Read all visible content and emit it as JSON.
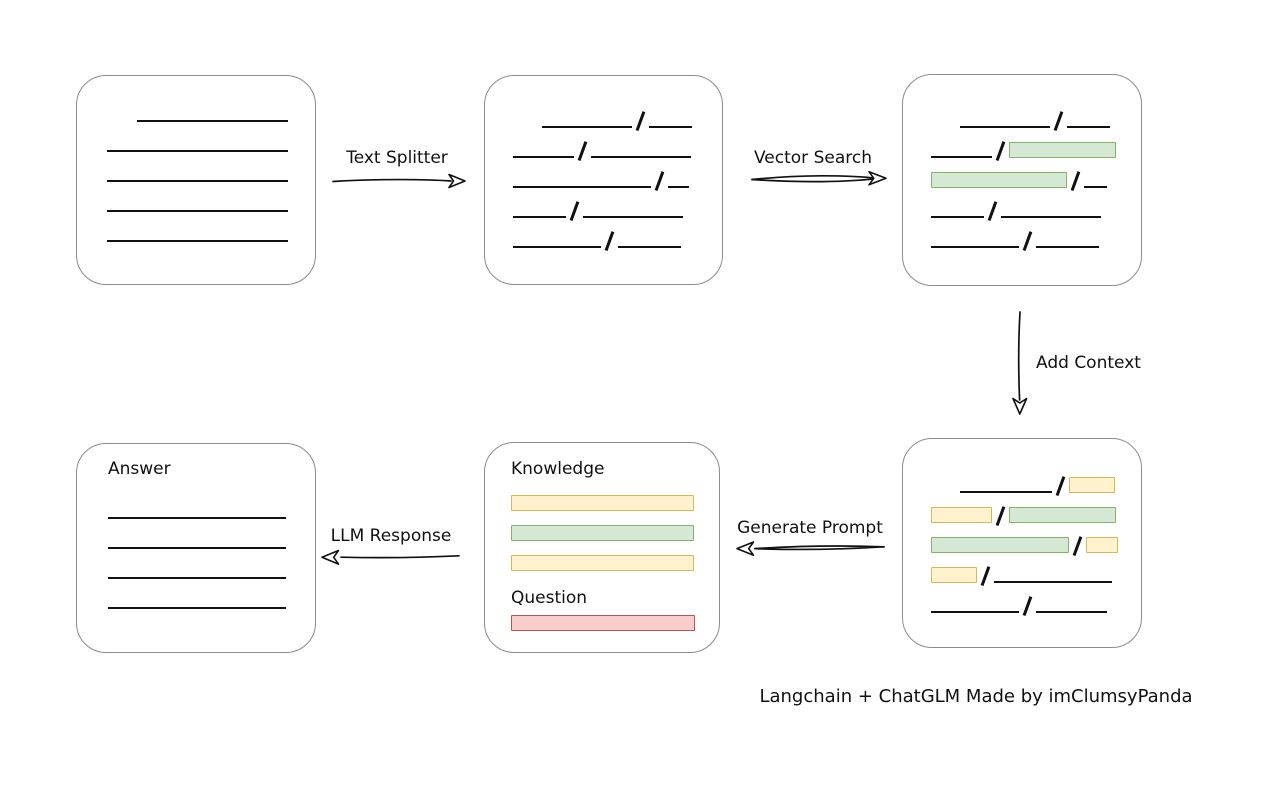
{
  "diagram": {
    "caption": "Langchain + ChatGLM Made by imClumsyPanda",
    "arrows": {
      "text_splitter": "Text Splitter",
      "vector_search": "Vector Search",
      "add_context": "Add Context",
      "generate_prompt": "Generate Prompt",
      "llm_response": "LLM Response"
    },
    "labels": {
      "knowledge": "Knowledge",
      "question": "Question",
      "answer": "Answer"
    },
    "colors": {
      "line": "#111111",
      "box_border": "#8c8c8c",
      "green_fill": "#d5e8d4",
      "green_stroke": "#82b366",
      "yellow_fill": "#fff2cc",
      "yellow_stroke": "#d6b656",
      "red_fill": "#f8cecc",
      "red_stroke": "#b85450"
    },
    "boxes": {
      "source_document": {
        "rows": [
          [
            {
              "t": "gap",
              "w": 30
            },
            {
              "t": "line",
              "w": 151
            }
          ],
          [
            {
              "t": "line",
              "w": 181
            }
          ],
          [
            {
              "t": "line",
              "w": 181
            }
          ],
          [
            {
              "t": "line",
              "w": 181
            }
          ],
          [
            {
              "t": "line",
              "w": 181
            }
          ]
        ]
      },
      "split_chunks": {
        "rows": [
          [
            {
              "t": "gap",
              "w": 29
            },
            {
              "t": "line",
              "w": 90
            },
            {
              "t": "slash"
            },
            {
              "t": "line",
              "w": 43
            }
          ],
          [
            {
              "t": "line",
              "w": 61
            },
            {
              "t": "slash"
            },
            {
              "t": "line",
              "w": 100
            }
          ],
          [
            {
              "t": "line",
              "w": 138
            },
            {
              "t": "slash"
            },
            {
              "t": "line",
              "w": 21
            }
          ],
          [
            {
              "t": "line",
              "w": 53
            },
            {
              "t": "slash"
            },
            {
              "t": "line",
              "w": 100
            }
          ],
          [
            {
              "t": "line",
              "w": 88
            },
            {
              "t": "slash"
            },
            {
              "t": "line",
              "w": 63
            }
          ]
        ]
      },
      "matched_chunks": {
        "rows": [
          [
            {
              "t": "gap",
              "w": 29
            },
            {
              "t": "line",
              "w": 90
            },
            {
              "t": "slash"
            },
            {
              "t": "line",
              "w": 43
            }
          ],
          [
            {
              "t": "line",
              "w": 61
            },
            {
              "t": "slash"
            },
            {
              "t": "bar",
              "c": "green",
              "w": 107
            }
          ],
          [
            {
              "t": "bar",
              "c": "green",
              "w": 136
            },
            {
              "t": "slash"
            },
            {
              "t": "line",
              "w": 23
            }
          ],
          [
            {
              "t": "line",
              "w": 53
            },
            {
              "t": "slash"
            },
            {
              "t": "line",
              "w": 100
            }
          ],
          [
            {
              "t": "line",
              "w": 88
            },
            {
              "t": "slash"
            },
            {
              "t": "line",
              "w": 63
            }
          ]
        ]
      },
      "context_chunks": {
        "rows": [
          [
            {
              "t": "gap",
              "w": 29
            },
            {
              "t": "line",
              "w": 92
            },
            {
              "t": "slash"
            },
            {
              "t": "bar",
              "c": "yellow",
              "w": 46
            }
          ],
          [
            {
              "t": "bar",
              "c": "yellow",
              "w": 61
            },
            {
              "t": "slash"
            },
            {
              "t": "bar",
              "c": "green",
              "w": 107
            }
          ],
          [
            {
              "t": "bar",
              "c": "green",
              "w": 138
            },
            {
              "t": "slash"
            },
            {
              "t": "bar",
              "c": "yellow",
              "w": 32
            }
          ],
          [
            {
              "t": "bar",
              "c": "yellow",
              "w": 46
            },
            {
              "t": "slash"
            },
            {
              "t": "line",
              "w": 118
            }
          ],
          [
            {
              "t": "line",
              "w": 88
            },
            {
              "t": "slash"
            },
            {
              "t": "line",
              "w": 71
            }
          ]
        ]
      },
      "prompt": {
        "knowledge_rows": [
          [
            {
              "t": "bar",
              "c": "yellow",
              "w": 183
            }
          ],
          [
            {
              "t": "bar",
              "c": "green",
              "w": 183
            }
          ],
          [
            {
              "t": "bar",
              "c": "yellow",
              "w": 183
            }
          ]
        ],
        "question_rows": [
          [
            {
              "t": "bar",
              "c": "red",
              "w": 184
            }
          ]
        ]
      },
      "answer": {
        "rows": [
          [
            {
              "t": "line",
              "w": 178
            }
          ],
          [
            {
              "t": "line",
              "w": 178
            }
          ],
          [
            {
              "t": "line",
              "w": 178
            }
          ],
          [
            {
              "t": "line",
              "w": 178
            }
          ]
        ]
      }
    }
  }
}
